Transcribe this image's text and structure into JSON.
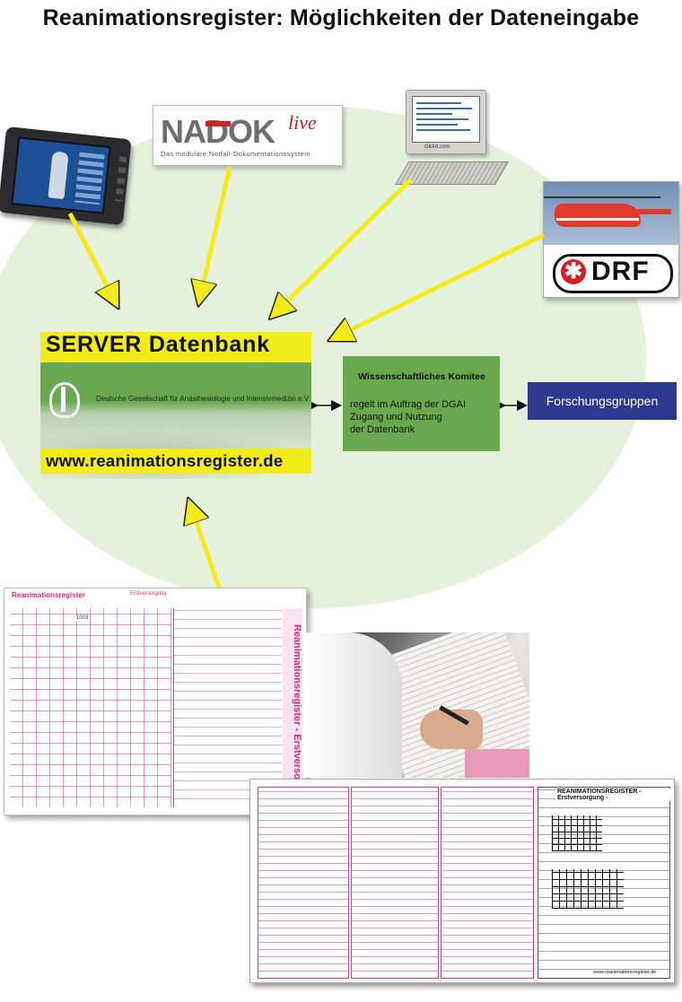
{
  "title": "Reanimationsregister: Möglichkeiten der Dateneingabe",
  "sources": {
    "tablet": {
      "icon": "tablet-device-icon"
    },
    "nadok": {
      "logo_main": "NADOK",
      "logo_suffix": "live",
      "tagline": "Das modulare Notfall-Dokumentationssystem"
    },
    "computer": {
      "icon": "desktop-computer-icon",
      "brand": "GitArt.com"
    },
    "drf": {
      "logo_text": "DRF",
      "icon": "helicopter-icon"
    }
  },
  "server": {
    "title": "SERVER Datenbank",
    "organization": "Deutsche Gesellschaft für Anästhesiologie und Intensivmedizin e.V.",
    "url": "www.reanimationsregister.de"
  },
  "committee": {
    "heading": "Wissenschaftliches Komitee",
    "text": "regelt im Auftrag der DGAI\nZugang und Nutzung\nder Datenbank"
  },
  "research": {
    "label": "Forschungsgruppen"
  },
  "forms": {
    "form1": {
      "header": "Reanimationsregister",
      "header_right": "Erstversorgung",
      "vertical_title": "Reanimationsregister - Erstversorgung -",
      "number": "1003"
    },
    "form2": {
      "title": "REANIMATIONSREGISTER - Erstversorgung -",
      "footer": "www.reanimationsregister.de"
    }
  },
  "colors": {
    "server_yellow": "#f2ec1c",
    "green": "#6aa84f",
    "blue": "#2b3a8c",
    "ellipse": "#e6f1dc",
    "arrow": "#f2ec1c",
    "form_pink": "#d8398a"
  }
}
